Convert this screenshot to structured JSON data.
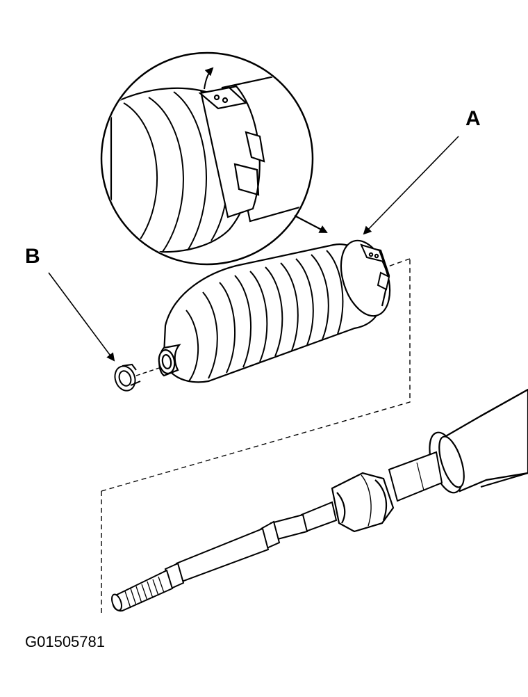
{
  "callouts": {
    "a": "A",
    "b": "B"
  },
  "figure_code": "G01505781",
  "colors": {
    "ink": "#000000",
    "paper": "#ffffff"
  }
}
